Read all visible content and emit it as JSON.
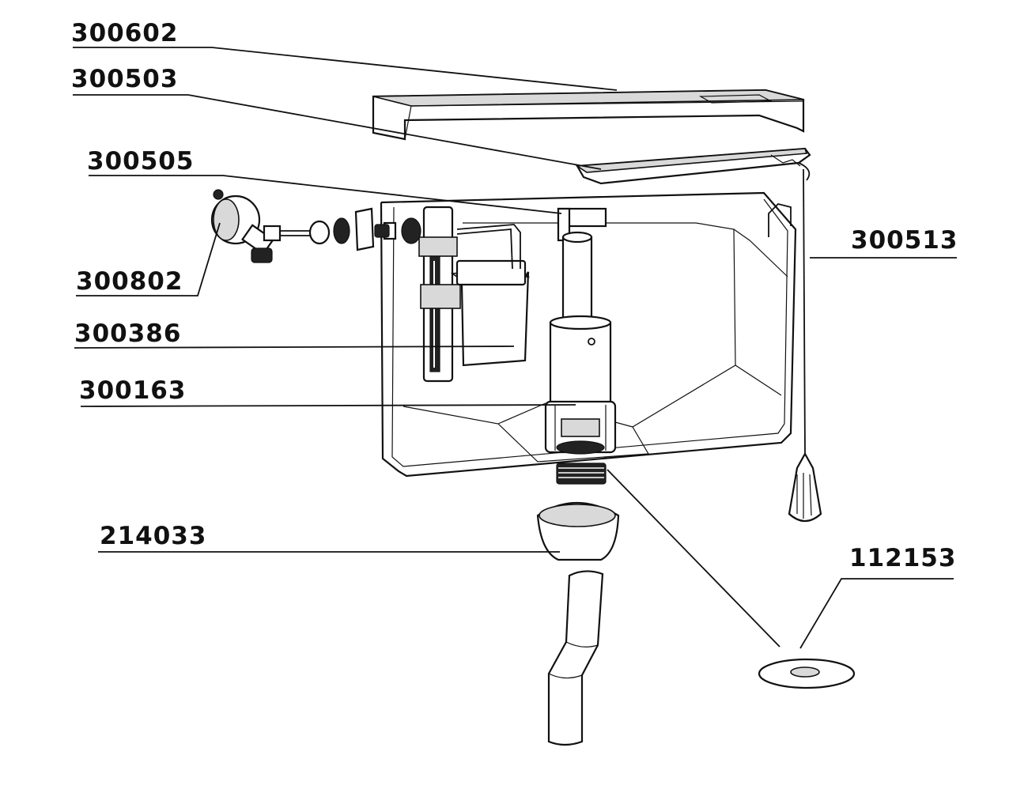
{
  "labels": {
    "lid": "300602",
    "flush_plate": "300503",
    "tank": "300505",
    "valve_connector": "300802",
    "fill_valve": "300386",
    "flush_valve": "300163",
    "pull_chain": "300513",
    "cone_connector": "214033",
    "gasket": "112153"
  },
  "colors": {
    "line": "#111111",
    "background": "#ffffff",
    "shade": "#d9d9d9"
  }
}
